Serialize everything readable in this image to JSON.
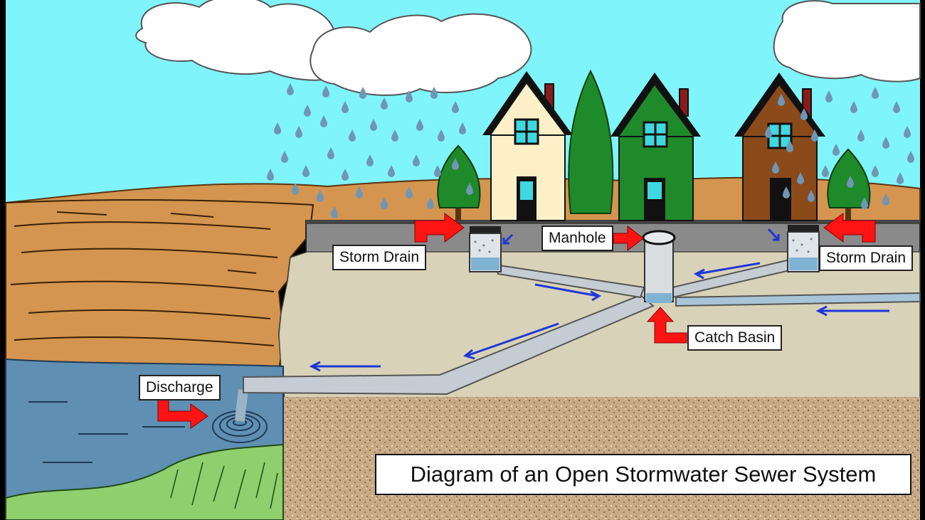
{
  "title": "Diagram of an Open Stormwater Sewer System",
  "labels": {
    "storm_drain_left": "Storm Drain",
    "storm_drain_right": "Storm Drain",
    "manhole": "Manhole",
    "catch_basin": "Catch Basin",
    "discharge": "Discharge"
  },
  "colors": {
    "sky": "#80f4fb",
    "dirt": "#d3954f",
    "ground": "#d8d3b8",
    "gravel": "#c7ab86",
    "water": "#5f8fb2",
    "pipe": "#c6ccd3",
    "arrow_red": "#ff1414",
    "arrow_blue": "#2036d8"
  }
}
